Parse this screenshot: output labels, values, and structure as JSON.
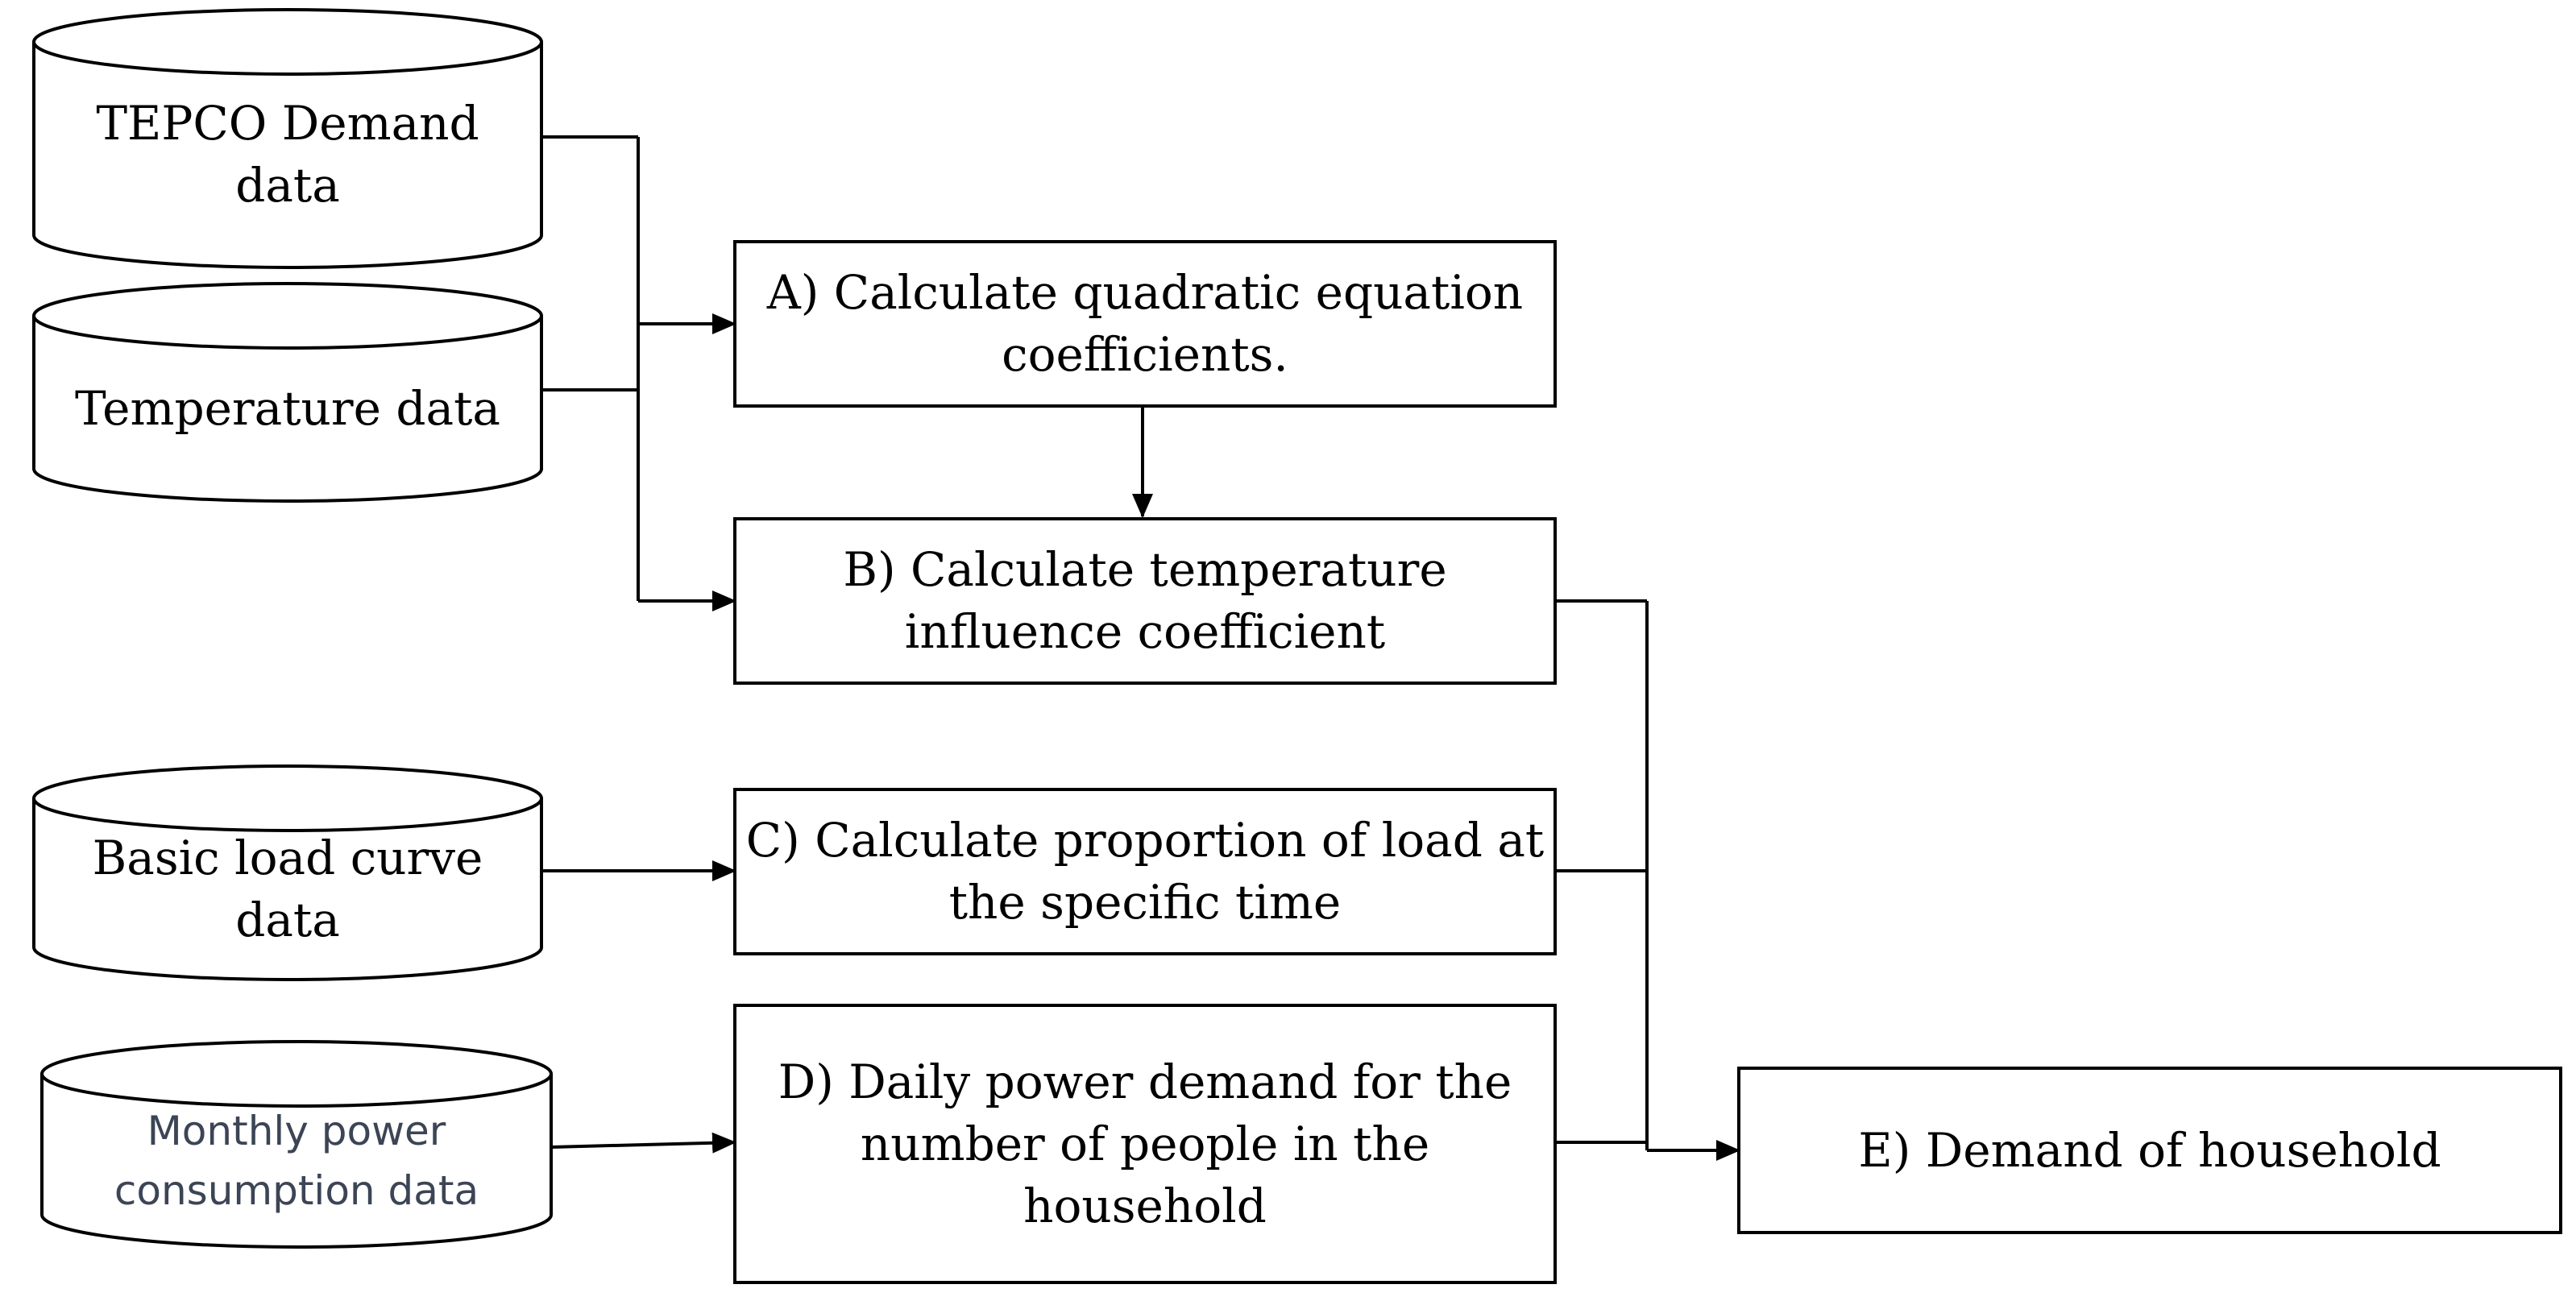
{
  "diagram": {
    "sources": {
      "tepco": "TEPCO Demand\ndata",
      "temperature": "Temperature data",
      "load_curve": "Basic load curve\ndata",
      "monthly": "Monthly power\nconsumption data"
    },
    "steps": {
      "a": "A) Calculate quadratic equation\ncoefficients.",
      "b": "B) Calculate temperature\ninfluence coefficient",
      "c": "C) Calculate proportion of load at\nthe specific time",
      "d": "D) Daily power demand for the\nnumber of people in the\nhousehold",
      "e": "E) Demand of household"
    },
    "colors": {
      "stroke": "#000000",
      "monthly_text": "#3c4555"
    }
  }
}
